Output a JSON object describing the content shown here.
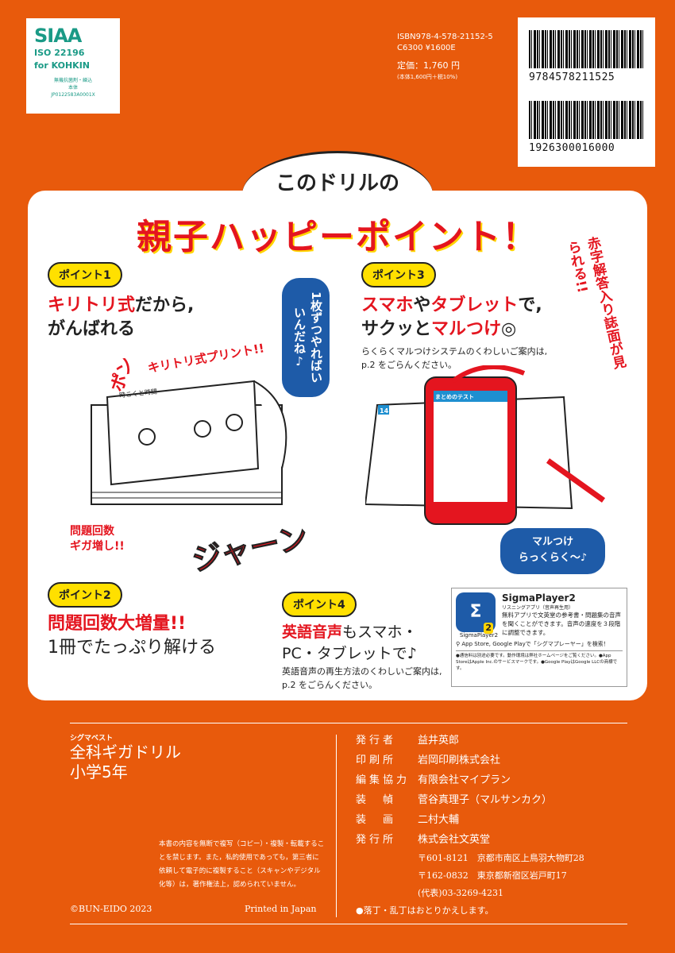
{
  "siaa": {
    "logo": "SIAA",
    "iso": "ISO 22196",
    "for": "for KOHKIN",
    "lines": [
      "無機抗菌剤・練込",
      "本体",
      "JP0122583A0001X"
    ]
  },
  "isbn": {
    "isbn": "ISBN978-4-578-21152-5",
    "code": "C6300 ¥1600E",
    "price": "定価：1,760 円",
    "tax": "(本体1,600円＋税10%)"
  },
  "barcodes": [
    "9784578211525",
    "1926300016000"
  ],
  "panel": {
    "intro": "このドリルの",
    "headline": "親子ハッピーポイント！",
    "points": [
      {
        "badge": "ポイント1",
        "title_red": "キリトリ式",
        "title_rest": "だから,",
        "line2": "がんばれる"
      },
      {
        "badge": "ポイント2",
        "title_red": "問題回数大増量!!",
        "line2": "1冊でたっぷり解ける"
      },
      {
        "badge": "ポイント3",
        "title_red1": "スマホ",
        "mid1": "や",
        "title_red2": "タブレット",
        "mid2": "で,",
        "line2a": "サクッと",
        "line2red": "マルつけ",
        "line2b": "◎",
        "desc": "らくらくマルつけシステムのくわしいご案内は,",
        "desc2": "p.2 をごらんください。"
      },
      {
        "badge": "ポイント4",
        "title_red": "英語音声",
        "title_rest": "もスマホ・",
        "line2": "PC・タブレットで♪",
        "desc": "英語音声の再生方法のくわしいご案内は,",
        "desc2": "p.2 をごらんください。"
      }
    ],
    "illus": {
      "bubble1": "1枚ずつやればいいんだね♪",
      "kiritori": "キリトリ式プリント!!",
      "pon": "ポン",
      "sheet_title": "時こくと時間",
      "giga": "問題回数",
      "giga2": "ギガ増し!!",
      "jaan": "ジャーン",
      "akaji": "赤字解答入り誌面が見られる!!",
      "marutsuke": "マルつけ",
      "marutsuke2": "らっくらく〜♪",
      "matome": "まとめのテスト",
      "page_no": "14"
    },
    "sigma": {
      "icon_label": "SigmaPlayer2",
      "badge": "2",
      "name": "SigmaPlayer2",
      "sub": "リスニングアプリ（音声再生用）",
      "desc": "無料アプリで文英堂の参考書・問題集の音声を聞くことができます。音声の速度を３段階に調整できます。",
      "search": "App Store, Google Playで「シグマプレーヤー」を検索！",
      "note": "●通信料は別途必要です。動作環境は弊社ホームページをご覧ください。●App StoreはApple Inc.のサービスマークです。●Google PlayはGoogle LLCの商標です。"
    }
  },
  "footer": {
    "series": "シグマベスト",
    "title1": "全科ギガドリル",
    "title2": "小学5年",
    "notice": "本書の内容を無断で複写（コピー）・複製・転載することを禁じます。また，私的使用であっても，第三者に依頼して電子的に複製すること（スキャンやデジタル化等）は，著作権法上，認められていません。",
    "copyright": "©BUN-EIDO 2023",
    "printed": "Printed in Japan",
    "credits": [
      [
        "発行者",
        "益井英郎"
      ],
      [
        "印刷所",
        "岩岡印刷株式会社"
      ],
      [
        "編集協力",
        "有限会社マイプラン"
      ],
      [
        "装　幀",
        "菅谷真理子（マルサンカク）"
      ],
      [
        "装　画",
        "二村大輔"
      ],
      [
        "発行所",
        "株式会社文英堂"
      ]
    ],
    "address": [
      "〒601-8121　京都市南区上鳥羽大物町28",
      "〒162-0832　東京都新宿区岩戸町17",
      "(代表)03-3269-4231"
    ],
    "rakucho": "●落丁・乱丁はおとりかえします。"
  },
  "colors": {
    "background": "#e85a0c",
    "accent_red": "#e4151f",
    "badge_yellow": "#ffe000",
    "bubble_blue": "#1e5ba8",
    "siaa_teal": "#1a9a86"
  }
}
